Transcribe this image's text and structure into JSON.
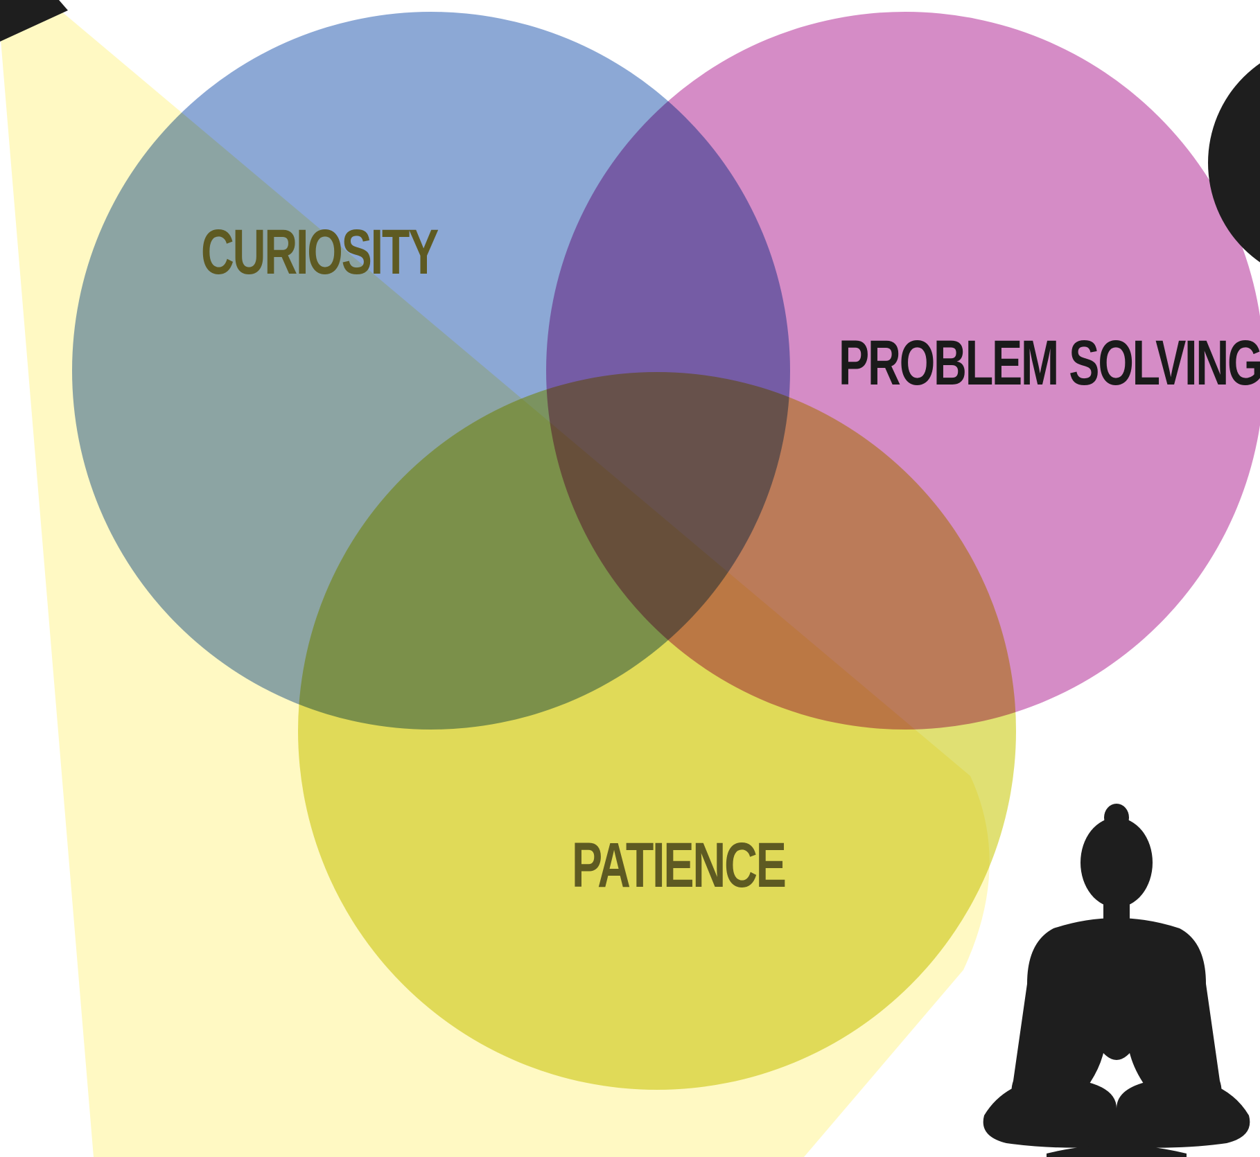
{
  "diagram": {
    "type": "venn",
    "sets": [
      {
        "id": "curiosity",
        "label": "CURIOSITY",
        "color": "#7f9ed0"
      },
      {
        "id": "problem_solving",
        "label": "PROBLEM SOLVING",
        "color": "#d080c0"
      },
      {
        "id": "patience",
        "label": "PATIENCE",
        "color": "#dcdc60"
      }
    ],
    "label_color_dark": "#1a1a1a",
    "label_color_olive": "#5e5a22"
  },
  "decorations": {
    "spotlight_color": "#fff9c0",
    "silhouette_color": "#1e1e1e",
    "spotlight_source_icon": "projector-icon",
    "meditation_icon": "meditating-person-icon"
  }
}
